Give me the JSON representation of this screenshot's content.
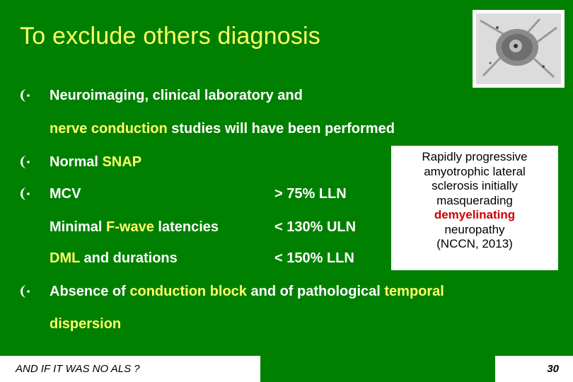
{
  "title": "To exclude others diagnosis",
  "bullets": {
    "b1_line1": "Neuroimaging, clinical laboratory and",
    "b1_line2_hl": "nerve conduction",
    "b1_line2_rest": " studies will have been performed",
    "b2_pre": "Normal ",
    "b2_hl": "SNAP",
    "b3_label": "MCV",
    "b3_value": "> 75% LLN",
    "b3b_pre": "Minimal ",
    "b3b_hl": "F-wave",
    "b3b_rest": " latencies",
    "b3b_value": "< 130% ULN",
    "b3c_hl": "DML",
    "b3c_rest": " and durations",
    "b3c_value": "< 150% LLN",
    "b4_pre": "Absence of ",
    "b4_hl1": "conduction block",
    "b4_mid": " and of pathological ",
    "b4_hl2": "temporal",
    "b4_line2_hl": "dispersion"
  },
  "callout": {
    "l1": "Rapidly progressive",
    "l2": "amyotrophic lateral",
    "l3": "sclerosis initially",
    "l4": "masquerading",
    "l5": "demyelinating",
    "l6": "neuropathy",
    "l7": "(NCCN, 2013)"
  },
  "footer": {
    "left": "AND IF IT WAS NO ALS ?",
    "page": "30"
  },
  "icons": {
    "bullet": "moon-bullet-icon",
    "thumbnail": "neuron-micrograph-icon"
  },
  "colors": {
    "background": "#008000",
    "highlight": "#ffff66",
    "demyelinating": "#cc0000"
  }
}
